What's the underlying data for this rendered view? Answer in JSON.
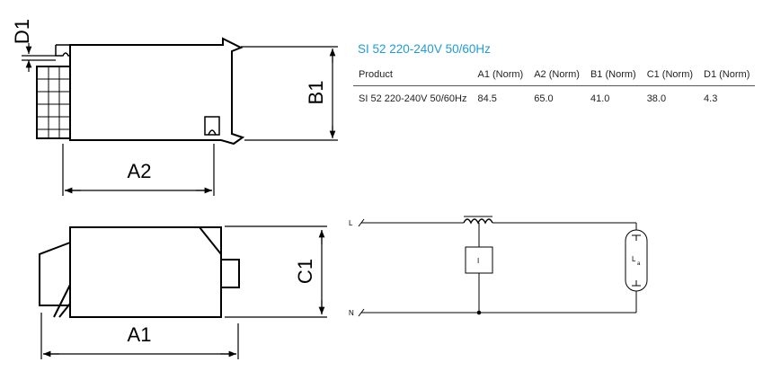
{
  "product_title": "SI 52 220-240V 50/60Hz",
  "spec_table": {
    "headers": [
      "Product",
      "A1 (Norm)",
      "A2 (Norm)",
      "B1 (Norm)",
      "C1 (Norm)",
      "D1 (Norm)"
    ],
    "rows": [
      [
        "SI 52 220-240V 50/60Hz",
        "84.5",
        "65.0",
        "41.0",
        "38.0",
        "4.3"
      ]
    ]
  },
  "dimension_labels": {
    "d1": "D1",
    "b1": "B1",
    "a2": "A2",
    "c1": "C1",
    "a1": "A1"
  },
  "circuit_labels": {
    "line": "L",
    "neutral": "N",
    "igniter": "I",
    "lamp": "L",
    "lamp_subscript": "a"
  }
}
